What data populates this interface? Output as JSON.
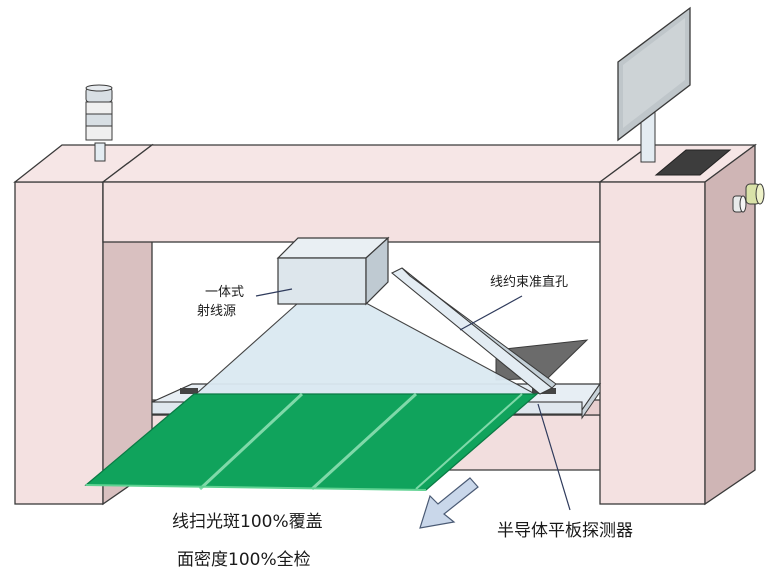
{
  "labels": {
    "source_line1": "一体式",
    "source_line2": "射线源",
    "collimator": "线约束准直孔",
    "detector": "半导体平板探测器",
    "caption_line1": "线扫光斑100%覆盖",
    "caption_line2": "面密度100%全检"
  },
  "colors": {
    "frame": "#f4e1e1",
    "frame_shade": "#d4bcbc",
    "beam": "#dbe9f2",
    "pcb": "#0fa05a",
    "stroke": "#3a3a3a",
    "arrow": "#c9d7ea"
  }
}
